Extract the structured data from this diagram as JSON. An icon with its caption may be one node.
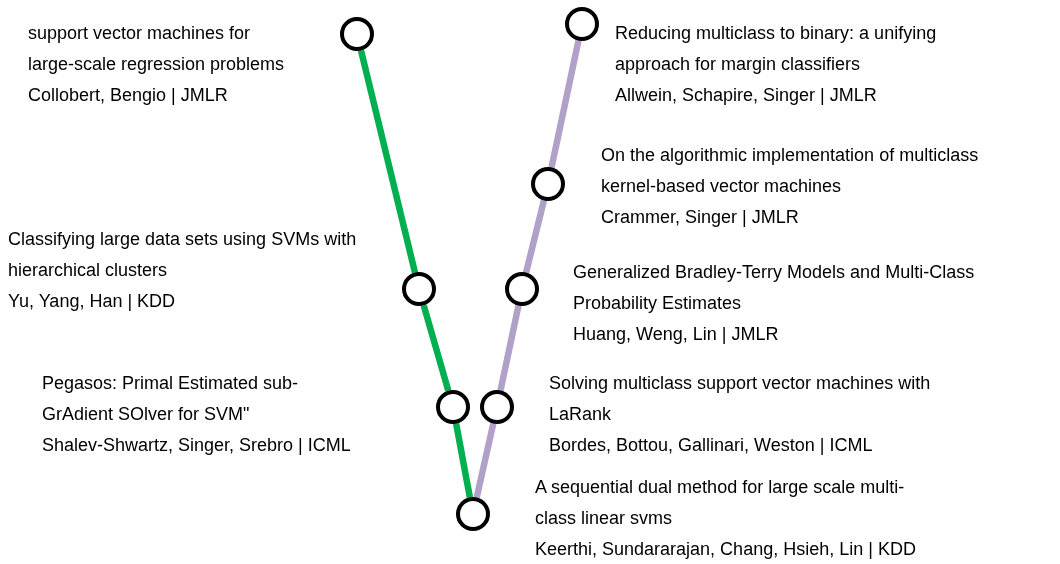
{
  "diagram": {
    "nodes": [
      {
        "text": [],
        "shape": "circle",
        "beside": [
          "Reducing multiclass to binary: a unifying approach for margin classifiers",
          "Allwein, Schapire, Singer  | JMLR"
        ]
      },
      {
        "text": [],
        "shape": "circle",
        "beside": [
          "support vector machines for large-scale regression problems",
          "Collobert, Bengio | JMLR"
        ]
      },
      {
        "text": [],
        "shape": "circle",
        "beside": [
          "On the algorithmic implementation of multiclass kernel-based vector machines",
          "Crammer, Singer | JMLR"
        ]
      },
      {
        "text": [],
        "shape": "circle",
        "beside": [
          "Classifying large data sets using SVMs with hierarchical clusters",
          "Yu, Yang, Han | KDD"
        ]
      },
      {
        "text": [],
        "shape": "circle",
        "beside": [
          "Generalized Bradley-Terry Models and Multi-Class Probability Estimates",
          "Huang, Weng, Lin | JMLR"
        ]
      },
      {
        "text": [],
        "shape": "circle",
        "beside": [
          "Pegasos: Primal Estimated sub-GrAdient SOlver for SVM\"",
          "Shalev-Shwartz, Singer, Srebro | ICML"
        ]
      },
      {
        "text": [],
        "shape": "circle",
        "beside": [
          "Solving multiclass support vector machines with LaRank",
          "Bordes, Bottou, Gallinari, Weston | ICML"
        ]
      },
      {
        "text": [],
        "shape": "circle",
        "beside": [
          "A sequential dual method for large scale multi-class linear svms",
          "Keerthi, Sundararajan, Chang, Hsieh, Lin | KDD"
        ]
      }
    ],
    "edges": [
      {
        "from": 1,
        "to": 3,
        "arrow": "none",
        "color": "#00b050"
      },
      {
        "from": 3,
        "to": 5,
        "arrow": "none",
        "color": "#00b050"
      },
      {
        "from": 5,
        "to": 7,
        "arrow": "none",
        "color": "#00b050"
      },
      {
        "from": 0,
        "to": 2,
        "arrow": "none",
        "color": "#b1a0c7"
      },
      {
        "from": 2,
        "to": 4,
        "arrow": "none",
        "color": "#b1a0c7"
      },
      {
        "from": 4,
        "to": 6,
        "arrow": "none",
        "color": "#b1a0c7"
      },
      {
        "from": 6,
        "to": 7,
        "arrow": "none",
        "color": "#b1a0c7"
      }
    ]
  }
}
